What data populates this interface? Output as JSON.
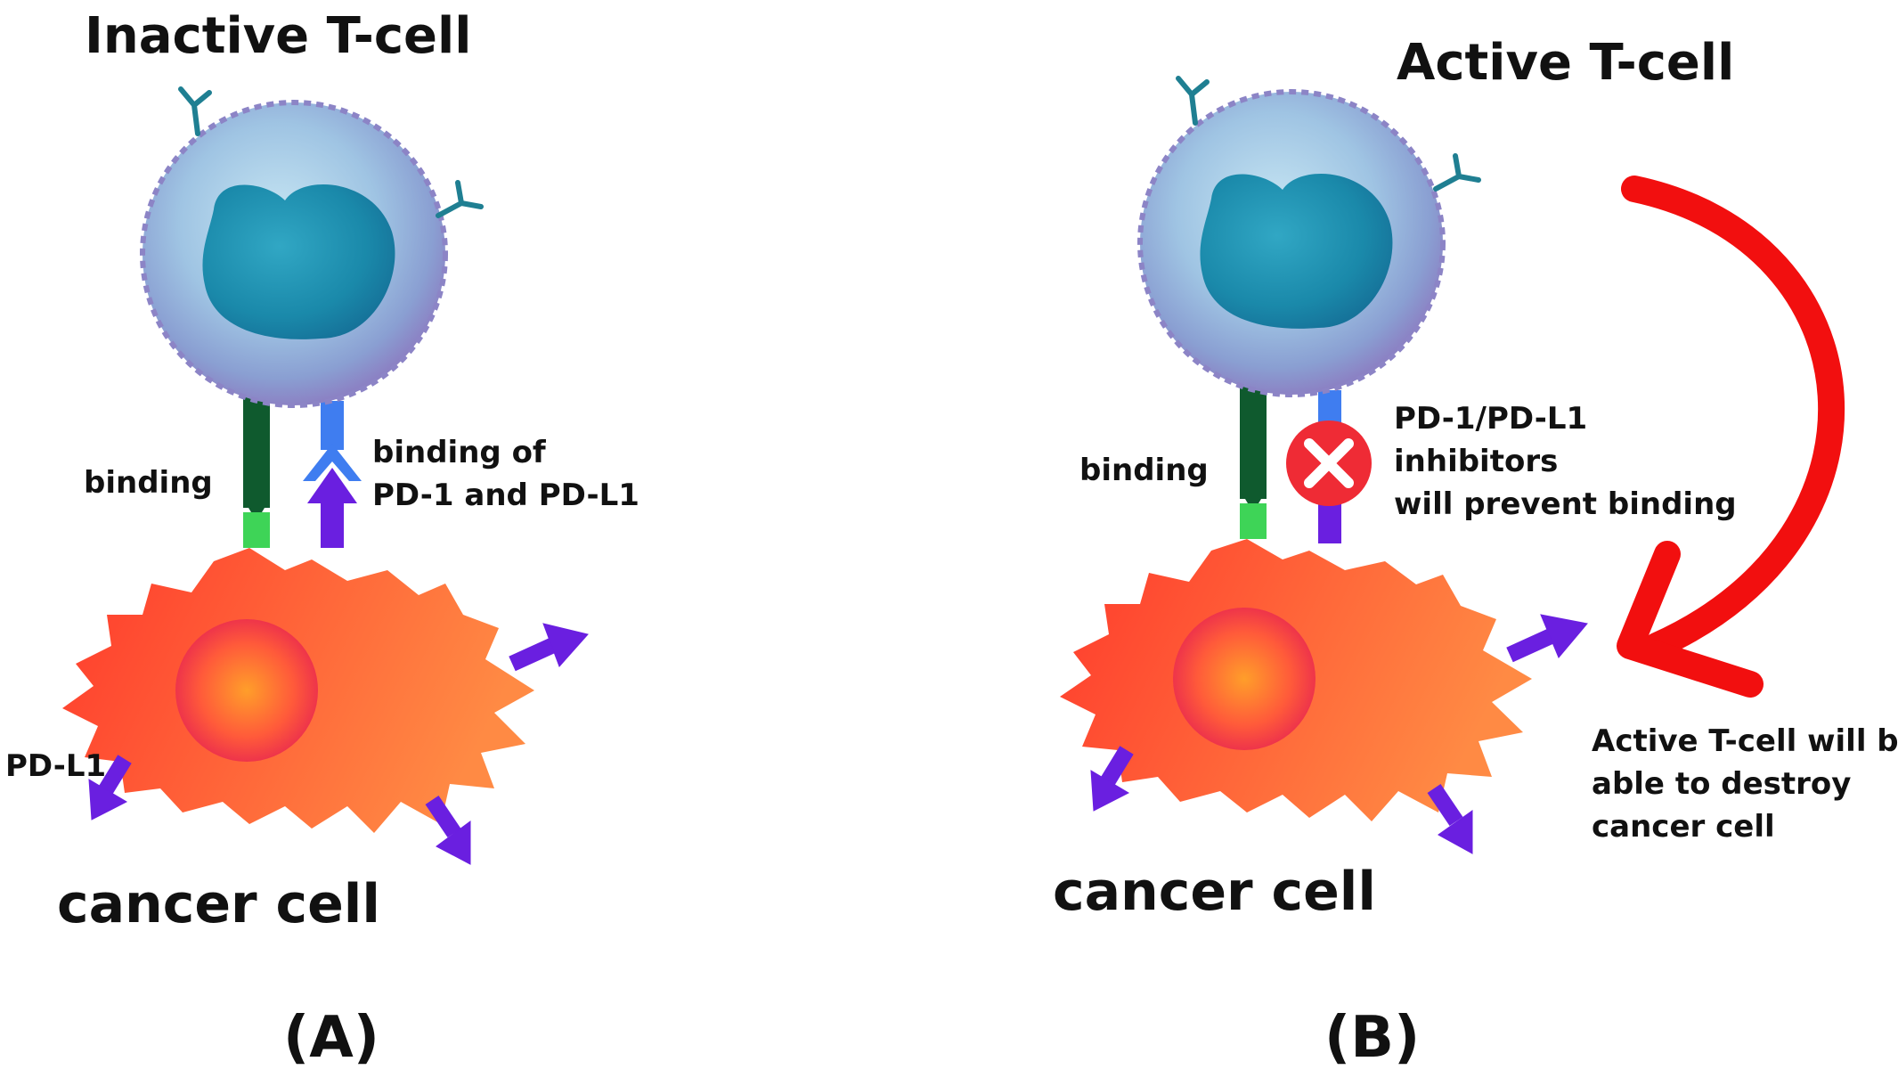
{
  "panel_a": {
    "title": "Inactive T-cell",
    "binding_label": "binding",
    "pd_binding_label": [
      "binding of",
      "PD-1 and PD-L1"
    ],
    "pdl1_label": "PD-L1",
    "cancer_label": "cancer cell",
    "panel_tag": "(A)"
  },
  "panel_b": {
    "title": "Active T-cell",
    "binding_label": "binding",
    "inhibitor_label": [
      "PD-1/PD-L1",
      "inhibitors",
      "will prevent binding"
    ],
    "outcome_label": [
      "Active T-cell will be",
      "able to destroy",
      "cancer cell"
    ],
    "cancer_label": "cancer cell",
    "panel_tag": "(B)"
  },
  "colors": {
    "tcell_outer": "#8fb3d6",
    "tcell_nucleus": "#1e8fae",
    "cancer_body": "#ff5a36",
    "cancer_nucleus": "#ff7a30",
    "pdl1": "#6a1fe0",
    "pd1": "#3f7df0",
    "tcr_dark": "#0f5a2e",
    "mhc_green": "#3ed457",
    "block_red": "#ef2b35",
    "arrow_red": "#f20f0f",
    "receptor_teal": "#1f7f92"
  },
  "icons": {
    "block": "x-circle-icon",
    "curved_arrow": "curved-arrow-icon",
    "receptor": "y-receptor-icon"
  }
}
